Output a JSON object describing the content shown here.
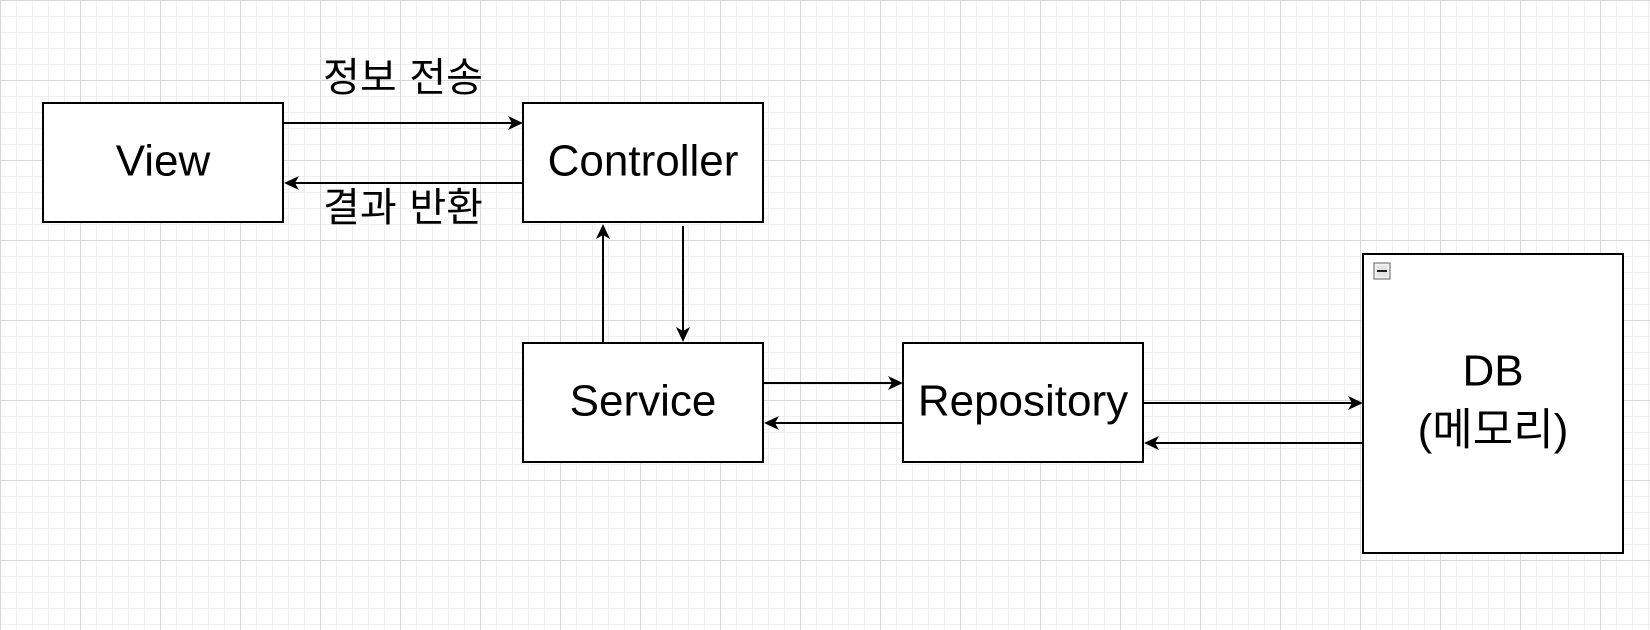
{
  "nodes": {
    "view": {
      "label": "View"
    },
    "controller": {
      "label": "Controller"
    },
    "service": {
      "label": "Service"
    },
    "repository": {
      "label": "Repository"
    },
    "db": {
      "label_line1": "DB",
      "label_line2": "(메모리)"
    }
  },
  "edges": {
    "view_to_controller": {
      "label": "정보 전송"
    },
    "controller_to_view": {
      "label": "결과 반환"
    }
  },
  "colors": {
    "stroke": "#000000",
    "fill": "#ffffff",
    "grid_major": "#d7d7d7",
    "grid_minor": "#efefef"
  },
  "icons": {
    "db_collapse": "minus-square-icon"
  }
}
